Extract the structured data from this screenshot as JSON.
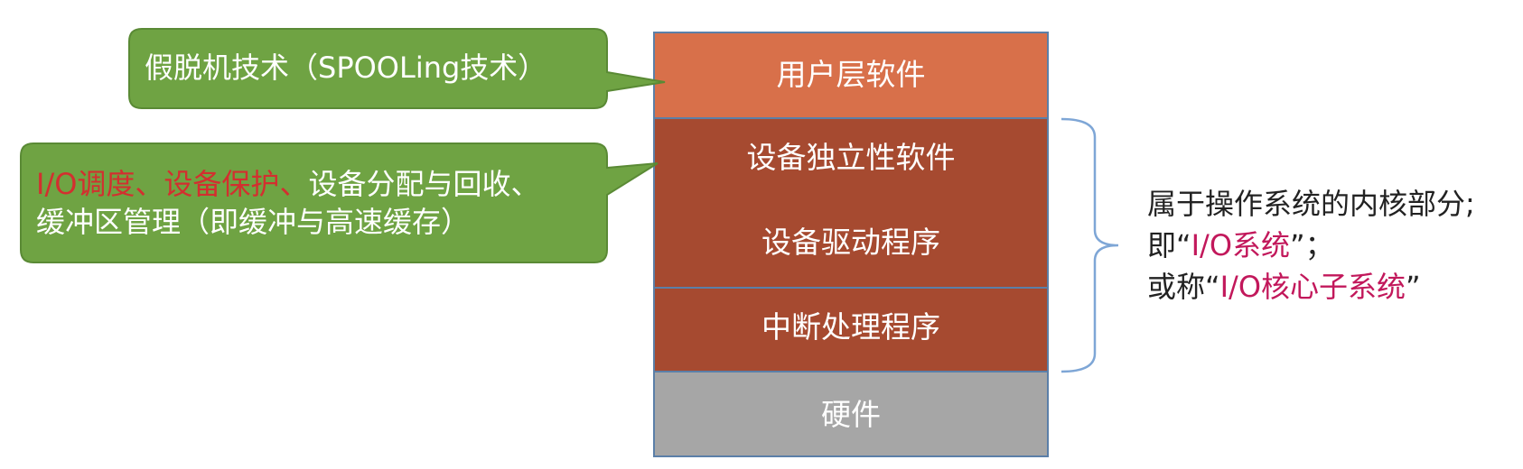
{
  "colors": {
    "user_layer": "#d8704a",
    "kernel_layer": "#a64a30",
    "hardware_layer": "#a6a6a6",
    "layer_border": "#5b7fa8",
    "callout_fill": "#6fa343",
    "callout_border": "#5a8a35",
    "brace": "#7ea6d6",
    "highlight_red": "#d32f2f",
    "highlight_crimson": "#c2185b"
  },
  "stack": {
    "user_layer": "用户层软件",
    "device_independent": "设备独立性软件",
    "device_driver": "设备驱动程序",
    "interrupt_handler": "中断处理程序",
    "hardware": "硬件"
  },
  "callout_top": {
    "text": "假脱机技术（SPOOLing技术）"
  },
  "callout_bottom": {
    "line1_hl_a": "I/O调度、",
    "line1_hl_b": "设备保护",
    "line1_sep": "、",
    "line1_rest": "设备分配与回收、",
    "line2": "缓冲区管理（即缓冲与高速缓存）"
  },
  "side_note": {
    "line1": "属于操作系统的内核部分;",
    "line2_prefix": "即“",
    "line2_hl": "I/O系统",
    "line2_suffix": "”；",
    "line3_prefix": "或称“",
    "line3_hl": "I/O核心子系统",
    "line3_suffix": "”"
  }
}
